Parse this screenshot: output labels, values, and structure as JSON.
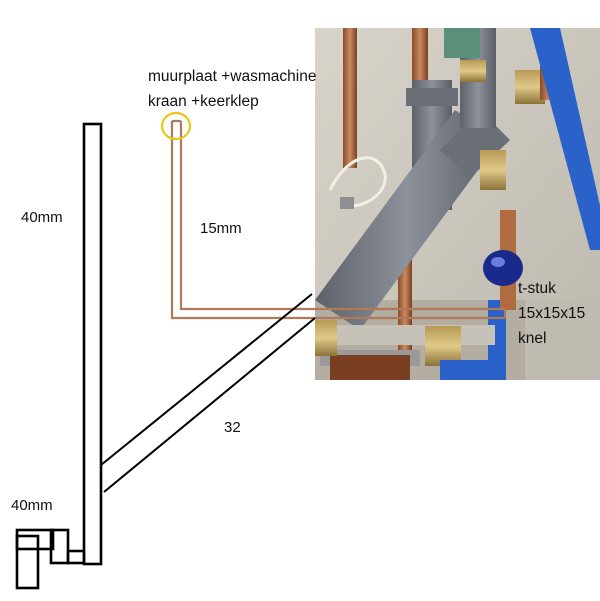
{
  "diagram": {
    "labels": {
      "wall_plate_line1": "muurplaat +wasmachine",
      "wall_plate_line2": "kraan +keerklep",
      "copper_size": "15mm",
      "drain_size_main": "40mm",
      "drain_size_bottom": "40mm",
      "branch_size": "32",
      "tee_line1": "t-stuk",
      "tee_line2": "15x15x15",
      "tee_line3": "knel"
    },
    "colors": {
      "copper_pipe": "#b07a5a",
      "highlight_circle": "#e6c619",
      "outline": "#000000",
      "photo_wall": "#cfcac0",
      "pvc_grey": "#7b8088",
      "blue_pipe": "#2a62c9"
    },
    "icons": {
      "photo": "pipe-installation-photo",
      "highlight": "circle-highlight-icon"
    }
  }
}
